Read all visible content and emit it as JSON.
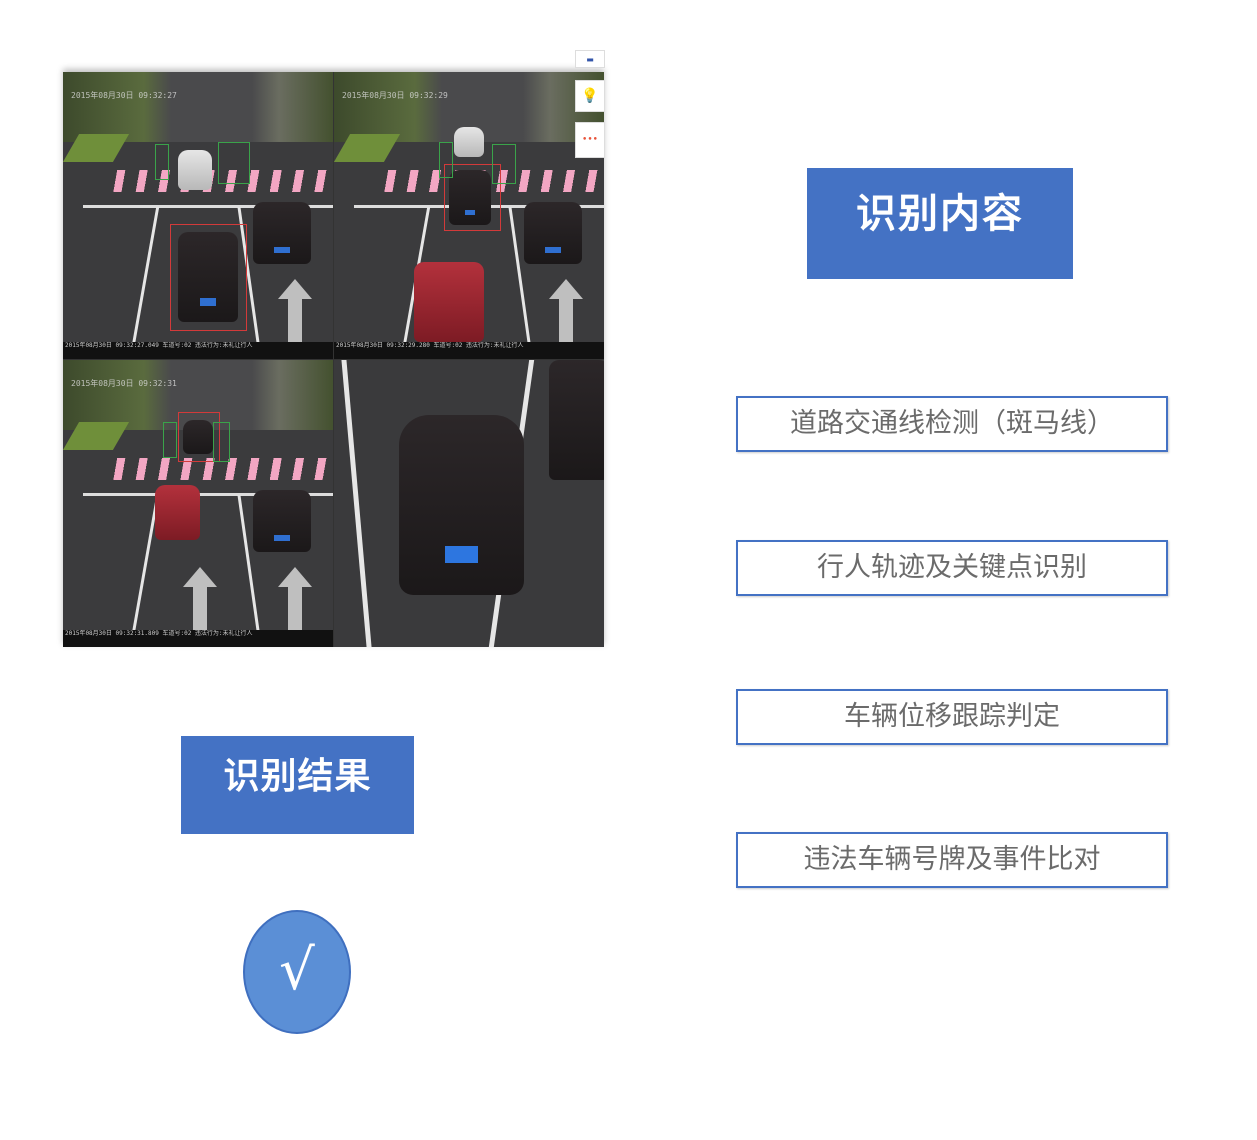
{
  "photo": {
    "captions": [
      "2015年08月30日 09:32:27.049  车道号:02  违法行为:未礼让行人",
      "2015年08月30日 09:32:29.280  车道号:02  违法行为:未礼让行人",
      "2015年08月30日 09:32:31.809  车道号:02  违法行为:未礼让行人"
    ],
    "stamps": [
      "2015年08月30日 09:32:27",
      "2015年08月30日 09:32:29",
      "2015年08月30日 09:32:31"
    ],
    "tools": {
      "more_label": "•••"
    }
  },
  "content_title": "识别内容",
  "content_items": [
    "道路交通线检测（斑马线）",
    "行人轨迹及关键点识别",
    "车辆位移跟踪判定",
    "违法车辆号牌及事件比对"
  ],
  "result_title": "识别结果",
  "result_mark": "√",
  "colors": {
    "accent": "#4472c4",
    "check_fill": "#5b8fd6",
    "zebra": "#f3a6c3"
  }
}
